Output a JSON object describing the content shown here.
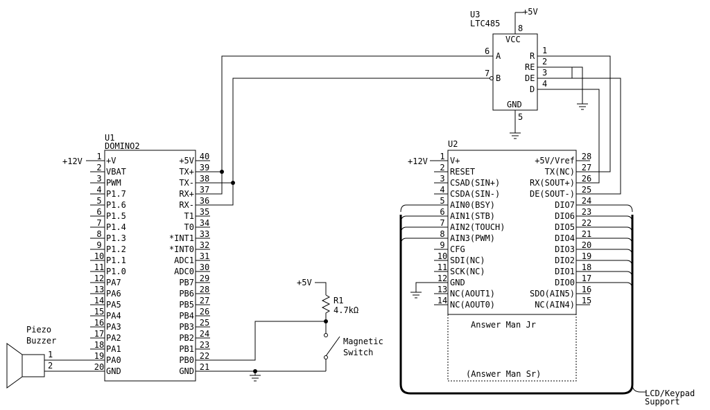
{
  "u1": {
    "ref": "U1",
    "part": "DOMINO2",
    "left_pins": [
      {
        "num": "1",
        "name": "+V"
      },
      {
        "num": "2",
        "name": "VBAT"
      },
      {
        "num": "3",
        "name": "PWM"
      },
      {
        "num": "4",
        "name": "P1.7"
      },
      {
        "num": "5",
        "name": "P1.6"
      },
      {
        "num": "6",
        "name": "P1.5"
      },
      {
        "num": "7",
        "name": "P1.4"
      },
      {
        "num": "8",
        "name": "P1.3"
      },
      {
        "num": "9",
        "name": "P1.2"
      },
      {
        "num": "10",
        "name": "P1.1"
      },
      {
        "num": "11",
        "name": "P1.0"
      },
      {
        "num": "12",
        "name": "PA7"
      },
      {
        "num": "13",
        "name": "PA6"
      },
      {
        "num": "14",
        "name": "PA5"
      },
      {
        "num": "15",
        "name": "PA4"
      },
      {
        "num": "16",
        "name": "PA3"
      },
      {
        "num": "17",
        "name": "PA2"
      },
      {
        "num": "18",
        "name": "PA1"
      },
      {
        "num": "19",
        "name": "PA0"
      },
      {
        "num": "20",
        "name": "GND"
      }
    ],
    "right_pins": [
      {
        "num": "40",
        "name": "+5V"
      },
      {
        "num": "39",
        "name": "TX+"
      },
      {
        "num": "38",
        "name": "TX-"
      },
      {
        "num": "37",
        "name": "RX+"
      },
      {
        "num": "36",
        "name": "RX-"
      },
      {
        "num": "35",
        "name": "T1"
      },
      {
        "num": "34",
        "name": "T0"
      },
      {
        "num": "33",
        "name": "*INT1"
      },
      {
        "num": "32",
        "name": "*INT0"
      },
      {
        "num": "31",
        "name": "ADC1"
      },
      {
        "num": "30",
        "name": "ADC0"
      },
      {
        "num": "29",
        "name": "PB7"
      },
      {
        "num": "28",
        "name": "PB6"
      },
      {
        "num": "27",
        "name": "PB5"
      },
      {
        "num": "26",
        "name": "PB4"
      },
      {
        "num": "25",
        "name": "PB3"
      },
      {
        "num": "24",
        "name": "PB2"
      },
      {
        "num": "23",
        "name": "PB1"
      },
      {
        "num": "22",
        "name": "PB0"
      },
      {
        "num": "21",
        "name": "GND"
      }
    ],
    "supply": "+12V"
  },
  "u2": {
    "ref": "U2",
    "left_pins": [
      {
        "num": "1",
        "name": "V+"
      },
      {
        "num": "2",
        "name": "RESET"
      },
      {
        "num": "3",
        "name": "CSAD(SIN+)"
      },
      {
        "num": "4",
        "name": "CSDA(SIN-)"
      },
      {
        "num": "5",
        "name": "AIN0(BSY)"
      },
      {
        "num": "6",
        "name": "AIN1(STB)"
      },
      {
        "num": "7",
        "name": "AIN2(TOUCH)"
      },
      {
        "num": "8",
        "name": "AIN3(PWM)"
      },
      {
        "num": "9",
        "name": "CFG"
      },
      {
        "num": "10",
        "name": "SDI(NC)"
      },
      {
        "num": "11",
        "name": "SCK(NC)"
      },
      {
        "num": "12",
        "name": "GND"
      },
      {
        "num": "13",
        "name": "NC(AOUT1)"
      },
      {
        "num": "14",
        "name": "NC(AOUT0)"
      }
    ],
    "right_pins": [
      {
        "num": "28",
        "name": "+5V/Vref"
      },
      {
        "num": "27",
        "name": "TX(NC)"
      },
      {
        "num": "26",
        "name": "RX(SOUT+)"
      },
      {
        "num": "25",
        "name": "DE(SOUT-)"
      },
      {
        "num": "24",
        "name": "DIO7"
      },
      {
        "num": "23",
        "name": "DIO6"
      },
      {
        "num": "22",
        "name": "DIO5"
      },
      {
        "num": "21",
        "name": "DIO4"
      },
      {
        "num": "20",
        "name": "DIO3"
      },
      {
        "num": "19",
        "name": "DIO2"
      },
      {
        "num": "18",
        "name": "DIO1"
      },
      {
        "num": "17",
        "name": "DIO0"
      },
      {
        "num": "16",
        "name": "SDO(AIN5)"
      },
      {
        "num": "15",
        "name": "NC(AIN4)"
      }
    ],
    "supply": "+12V",
    "label_jr": "Answer Man Jr",
    "label_sr": "(Answer Man Sr)"
  },
  "u3": {
    "ref": "U3",
    "part": "LTC485",
    "supply": "+5V",
    "vcc_pin": "8",
    "vcc_label": "VCC",
    "gnd_pin": "5",
    "gnd_label": "GND",
    "left_pins": [
      {
        "num": "6",
        "name": "A"
      },
      {
        "num": "7",
        "name": "B"
      }
    ],
    "right_pins": [
      {
        "num": "1",
        "name": "R"
      },
      {
        "num": "2",
        "name": "RE"
      },
      {
        "num": "3",
        "name": "DE"
      },
      {
        "num": "4",
        "name": "D"
      }
    ]
  },
  "r1": {
    "ref": "R1",
    "value": "4.7kΩ",
    "supply": "+5V"
  },
  "switch": {
    "line1": "Magnetic",
    "line2": "Switch"
  },
  "buzzer": {
    "line1": "Piezo",
    "line2": "Buzzer",
    "pin1": "1",
    "pin2": "2"
  },
  "bus": {
    "line1": "LCD/Keypad",
    "line2": "Support"
  }
}
